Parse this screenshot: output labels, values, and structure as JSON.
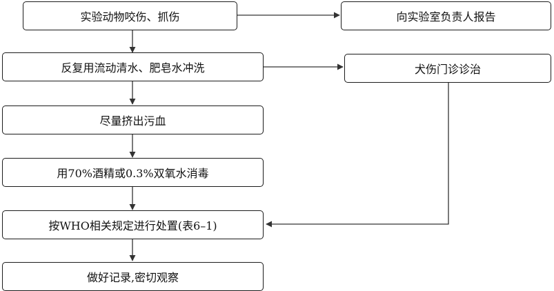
{
  "flowchart": {
    "steps": [
      "实验动物咬伤、抓伤",
      "反复用流动清水、肥皂水冲洗",
      "尽量挤出污血",
      "用70%酒精或0.3%双氧水消毒",
      "按WHO相关规定进行处置(表6–1)",
      "做好记录,密切观察"
    ],
    "side_steps": [
      "向实验室负责人报告",
      "犬伤门诊诊治"
    ]
  },
  "colors": {
    "line": "#333333",
    "border": "#1a1a1a",
    "text": "#111111"
  }
}
